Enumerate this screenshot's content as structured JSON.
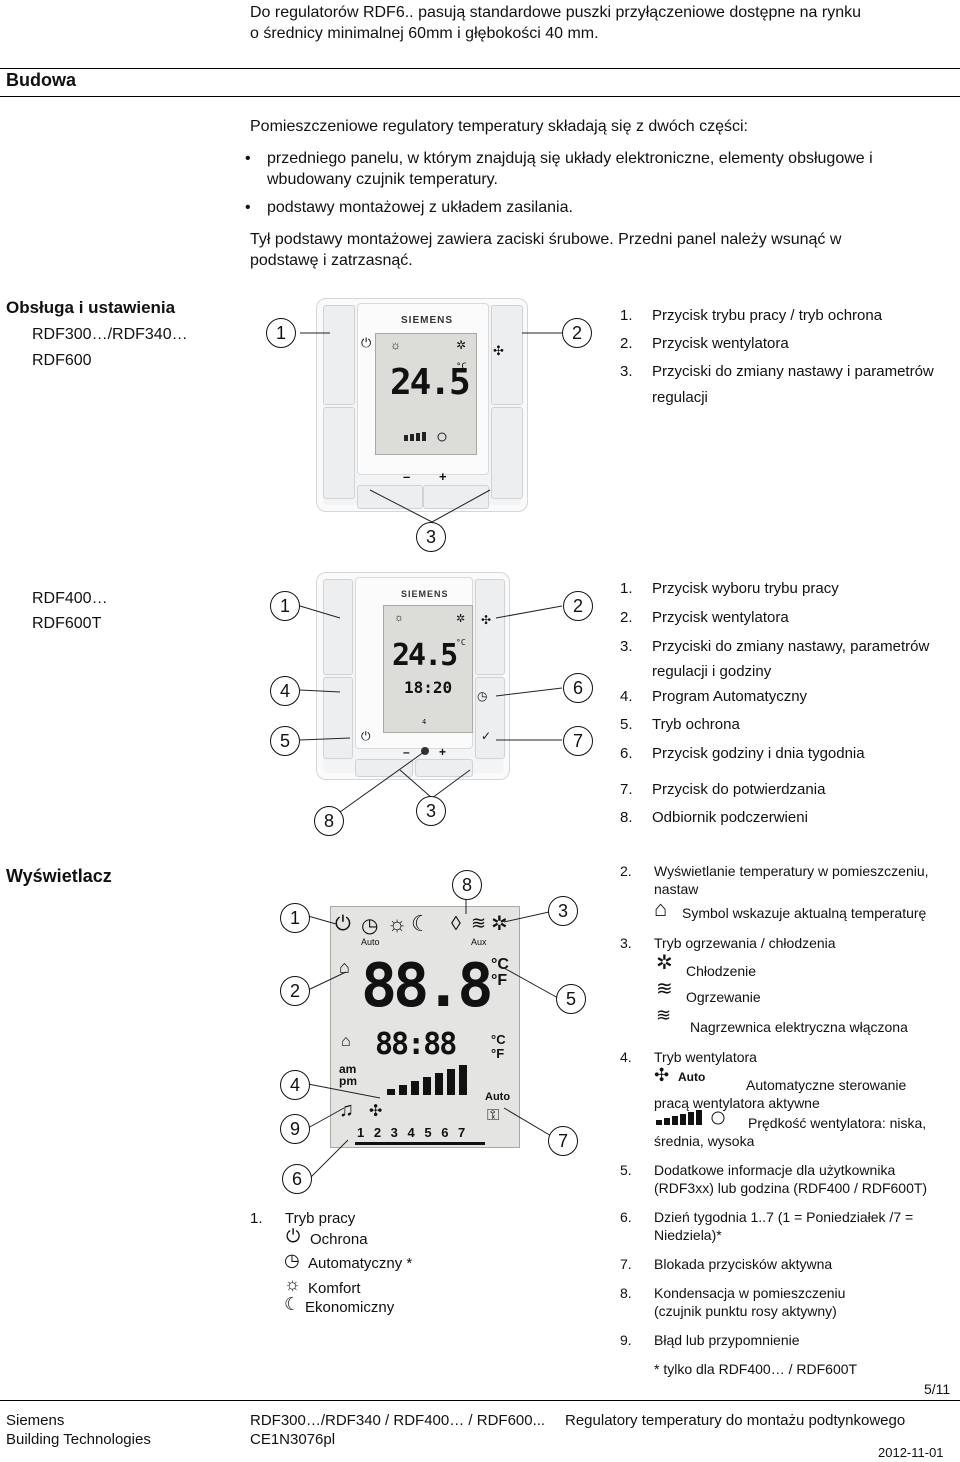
{
  "intro": {
    "line1": "Do regulatorów RDF6.. pasują standardowe puszki przyłączeniowe dostępne na rynku",
    "line2": "o średnicy minimalnej 60mm i głębokości 40 mm."
  },
  "budowa": {
    "heading": "Budowa",
    "text": "Pomieszczeniowe regulatory temperatury składają się z dwóch części:",
    "bullet1_l1": "przedniego panelu, w którym znajdują się układy elektroniczne, elementy obsługowe i",
    "bullet1_l2": "wbudowany czujnik temperatury.",
    "bullet2": "podstawy montażowej z układem zasilania.",
    "text2_l1": "Tył podstawy montażowej zawiera zaciski śrubowe. Przedni panel należy wsunąć w",
    "text2_l2": "podstawę i zatrzasnąć."
  },
  "obsluga": {
    "heading": "Obsługa i ustawienia",
    "model1": "RDF300…/RDF340…",
    "model2": "RDF600",
    "device": {
      "brand": "SIEMENS",
      "temp": "24.5",
      "unit": "°C",
      "minus": "–",
      "plus": "+"
    },
    "callouts": [
      "1",
      "2",
      "3"
    ],
    "items": [
      {
        "n": "1.",
        "t": "Przycisk trybu pracy / tryb ochrona"
      },
      {
        "n": "2.",
        "t": "Przycisk wentylatora"
      },
      {
        "n": "3.",
        "t": "Przyciski do zmiany nastawy i parametrów"
      }
    ],
    "item3_cont": "regulacji"
  },
  "rdf400": {
    "model1": "RDF400…",
    "model2": "RDF600T",
    "device": {
      "brand": "SIEMENS",
      "temp": "24.5",
      "time": "18:20",
      "unit": "°C",
      "day": "4",
      "minus": "–",
      "plus": "+"
    },
    "callouts": [
      "1",
      "2",
      "4",
      "6",
      "5",
      "7",
      "8",
      "3"
    ],
    "items": [
      {
        "n": "1.",
        "t": "Przycisk wyboru trybu pracy"
      },
      {
        "n": "2.",
        "t": "Przycisk wentylatora"
      },
      {
        "n": "3.",
        "t": "Przyciski do zmiany nastawy, parametrów"
      },
      {
        "n": "4.",
        "t": "Program Automatyczny"
      },
      {
        "n": "5.",
        "t": "Tryb ochrona"
      },
      {
        "n": "6.",
        "t": "Przycisk godziny i dnia tygodnia"
      },
      {
        "n": "7.",
        "t": "Przycisk do potwierdzania"
      },
      {
        "n": "8.",
        "t": "Odbiornik podczerwieni"
      }
    ],
    "item3_cont": "regulacji i godziny"
  },
  "wyswietlacz": {
    "heading": "Wyświetlacz",
    "lcd": {
      "big": "88.8",
      "small": "88:88",
      "unitC": "°C",
      "unitF": "°F",
      "auto": "Auto",
      "aux": "Aux",
      "am": "am",
      "pm": "pm",
      "days": "1 2 3 4 5 6 7"
    },
    "callouts": [
      "1",
      "8",
      "3",
      "2",
      "5",
      "4",
      "9",
      "7",
      "6"
    ],
    "left": {
      "n": "1.",
      "title": "Tryb pracy",
      "s1": "Ochrona",
      "s2": "Automatyczny *",
      "s3": "Komfort",
      "s4": "Ekonomiczny"
    },
    "right": {
      "i2_n": "2.",
      "i2_l1": "Wyświetlanie temperatury w pomieszczeniu,",
      "i2_l2": "nastaw",
      "i2_sym": "Symbol wskazuje aktualną temperaturę",
      "i3_n": "3.",
      "i3_t": "Tryb ogrzewania / chłodzenia",
      "i3_a": "Chłodzenie",
      "i3_b": "Ogrzewanie",
      "i3_c": "Nagrzewnica elektryczna włączona",
      "i4_n": "4.",
      "i4_t": "Tryb wentylatora",
      "i4_auto": "Auto",
      "i4_a1": "Automatyczne sterowanie",
      "i4_a2": "pracą  wentylatora aktywne",
      "i4_b1": "Prędkość wentylatora: niska,",
      "i4_b2": "średnia, wysoka",
      "i5_n": "5.",
      "i5_l1": "Dodatkowe informacje dla użytkownika",
      "i5_l2": "(RDF3xx) lub godzina (RDF400 / RDF600T)",
      "i6_n": "6.",
      "i6_l1": "Dzień tygodnia 1..7 (1 = Poniedziałek /7 =",
      "i6_l2": "Niedziela)*",
      "i7_n": "7.",
      "i7_t": "Blokada przycisków aktywna",
      "i8_n": "8.",
      "i8_l1": "Kondensacja w pomieszczeniu",
      "i8_l2": "(czujnik punktu rosy aktywny)",
      "i9_n": "9.",
      "i9_t": "Błąd lub przypomnienie",
      "note": "* tylko dla RDF400… / RDF600T"
    }
  },
  "footer": {
    "page": "5/11",
    "company1": "Siemens",
    "company2": "Building Technologies",
    "doc1": "RDF300…/RDF340 / RDF400… / RDF600...",
    "doc2": "CE1N3076pl",
    "title": "Regulatory temperatury do montażu podtynkowego",
    "date": "2012-11-01"
  }
}
